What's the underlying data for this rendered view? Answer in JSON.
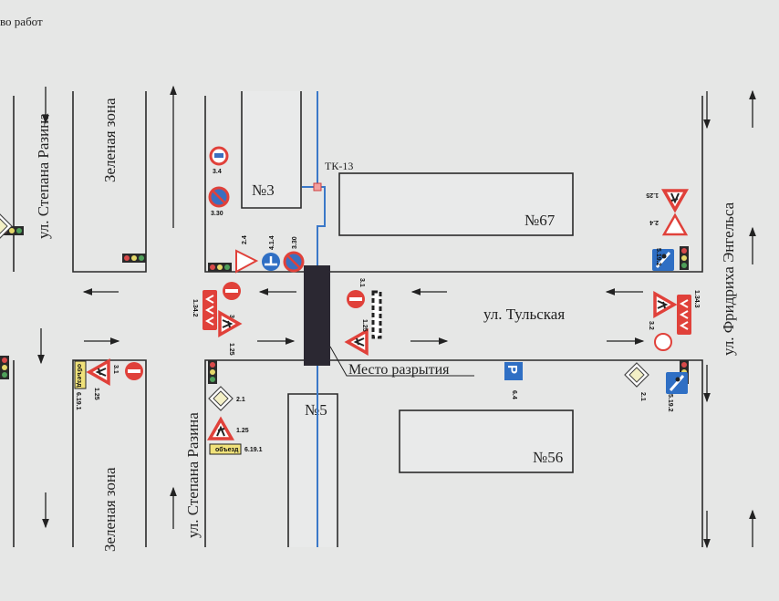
{
  "header_fragment": "во работ",
  "streets": {
    "main": "ул. Тульская",
    "left_top": "ул. Степана Разина",
    "left_bottom": "ул. Степана Разина",
    "right": "ул. Фридриха Энгельса"
  },
  "zones": {
    "top": "Зеленая зона",
    "bottom": "Зеленая зона"
  },
  "buildings": {
    "b3": "№3",
    "b67": "№67",
    "b5": "№5",
    "b56": "№56"
  },
  "chamber": "ТК-13",
  "excavation_label": "Место разрытия",
  "detour_plate": "объезд",
  "sign_codes": {
    "s34": "3.4",
    "s330a": "3.30",
    "s330b": "3.30",
    "s24a": "2.4",
    "s414": "4.1.4",
    "s31a": "3.1",
    "s31b": "3.1",
    "s31c": "3.1",
    "s31d": "3.2",
    "s125a": "1.25",
    "s125b": "1.25",
    "s125c": "1.25",
    "s125d": "1.25",
    "s125e": "1.25",
    "s1342a": "1.34.2",
    "s1343": "1.34.3",
    "s21a": "2.1",
    "s21b": "2.1",
    "s6191a": "6.19.1",
    "s6191b": "6.19.1",
    "s64": "6.4",
    "s24b": "2.4",
    "s5192a": "5.19.2",
    "s5192b": "5.19.2"
  },
  "colors": {
    "sign_red": "#e0413a",
    "sign_blue": "#2f6fc4",
    "pipe": "#3a78c8",
    "excavation": "#2b2832"
  }
}
